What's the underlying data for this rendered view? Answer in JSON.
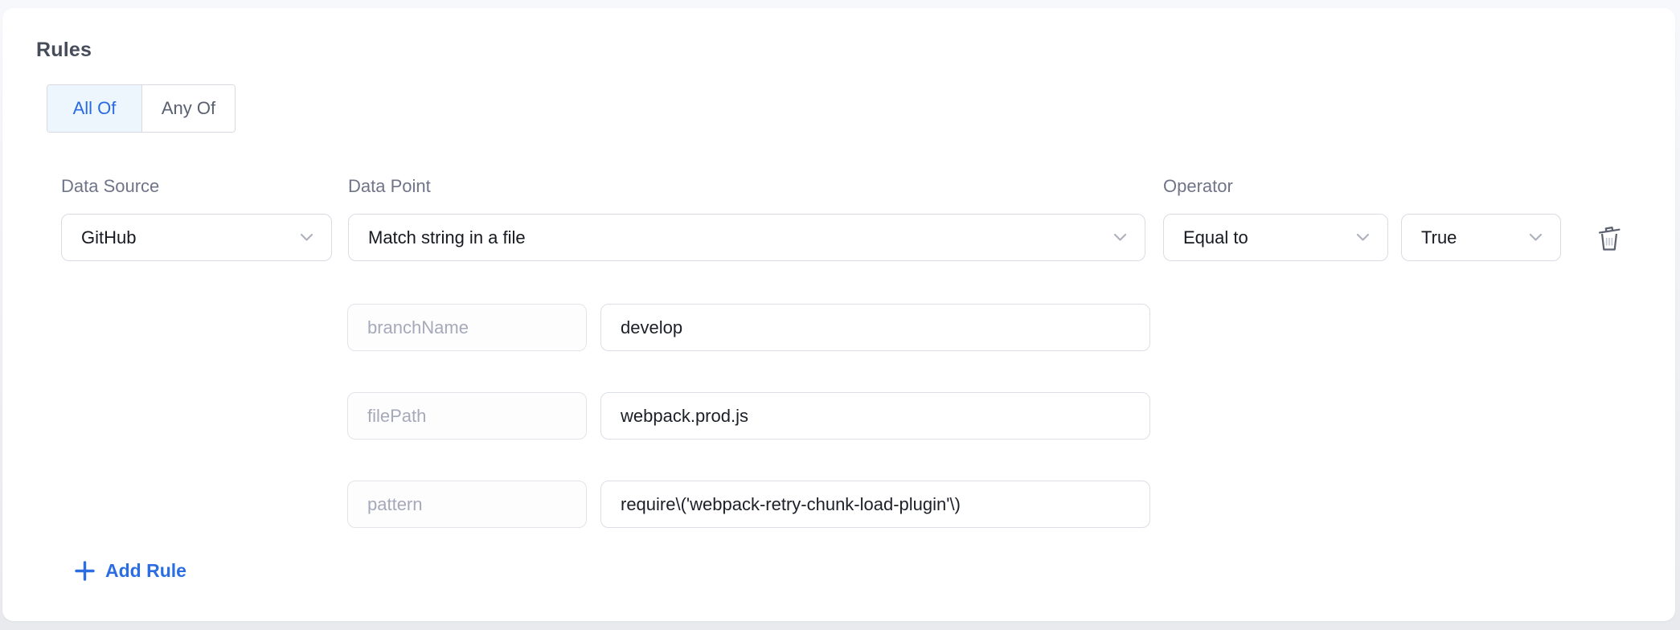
{
  "header": {
    "title": "Rules"
  },
  "toggle": {
    "options": [
      {
        "label": "All Of",
        "selected": true
      },
      {
        "label": "Any Of",
        "selected": false
      }
    ]
  },
  "rule": {
    "data_source_label": "Data Source",
    "data_source_value": "GitHub",
    "data_point_label": "Data Point",
    "data_point_value": "Match string in a file",
    "operator_label": "Operator",
    "operator_value": "Equal to",
    "operand_value": "True",
    "params": [
      {
        "key": "branchName",
        "value": "develop"
      },
      {
        "key": "filePath",
        "value": "webpack.prod.js"
      },
      {
        "key": "pattern",
        "value": "require\\('webpack-retry-chunk-load-plugin'\\)"
      }
    ]
  },
  "actions": {
    "add_rule_label": "Add Rule"
  },
  "icons": {
    "chevron": "chevron-down-icon",
    "trash": "trash-icon",
    "plus": "plus-icon"
  },
  "colors": {
    "accent_blue": "#2c6ee2",
    "selected_toggle_bg": "#edf6fc",
    "border_gray": "#d9dce3",
    "label_gray": "#6f7488",
    "text_dark": "#16191f",
    "placeholder_gray": "#a5a9b9",
    "card_bg": "#ffffff"
  }
}
